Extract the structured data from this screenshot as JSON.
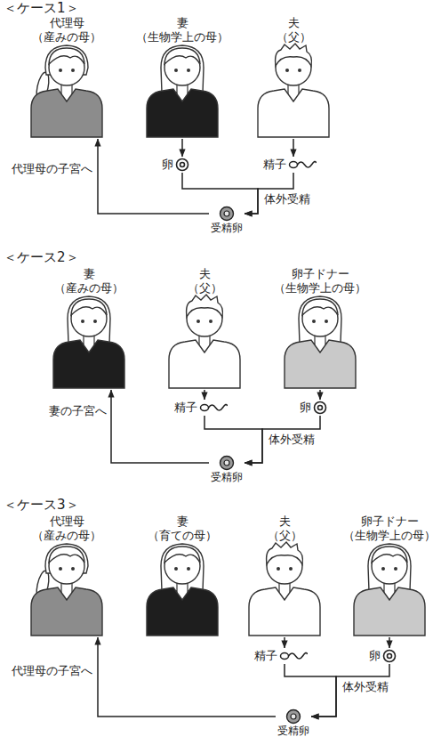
{
  "diagram": {
    "nodes": [
      {
        "text": [
          "代理母",
          "（産みの母）"
        ]
      },
      {
        "text": [
          "妻",
          "（生物学上の母）"
        ]
      },
      {
        "text": [
          "夫",
          "（父）"
        ]
      },
      {
        "text": [
          "卵"
        ]
      },
      {
        "text": [
          "精子"
        ]
      },
      {
        "text": [
          "受精卵"
        ]
      },
      {
        "text": [
          "妻",
          "（産みの母）"
        ]
      },
      {
        "text": [
          "夫",
          "（父）"
        ]
      },
      {
        "text": [
          "卵子ドナー",
          "（生物学上の母）"
        ]
      },
      {
        "text": [
          "精子"
        ]
      },
      {
        "text": [
          "卵"
        ]
      },
      {
        "text": [
          "受精卵"
        ]
      },
      {
        "text": [
          "代理母",
          "（産みの母）"
        ]
      },
      {
        "text": [
          "妻",
          "（育ての母）"
        ]
      },
      {
        "text": [
          "夫",
          "（父）"
        ]
      },
      {
        "text": [
          "卵子ドナー",
          "（生物学上の母）"
        ]
      },
      {
        "text": [
          "精子"
        ]
      },
      {
        "text": [
          "卵"
        ]
      },
      {
        "text": [
          "受精卵"
        ]
      }
    ],
    "edges": [
      {
        "from": 1,
        "to": 3,
        "arrow": "to"
      },
      {
        "from": 2,
        "to": 4,
        "arrow": "to"
      },
      {
        "from": 3,
        "to": 5,
        "arrow": "to"
      },
      {
        "from": 4,
        "to": 5,
        "label": "体外受精",
        "arrow": "to"
      },
      {
        "from": 5,
        "to": 0,
        "label": "代理母の子宮へ",
        "arrow": "to"
      },
      {
        "from": 7,
        "to": 9,
        "arrow": "to"
      },
      {
        "from": 8,
        "to": 10,
        "arrow": "to"
      },
      {
        "from": 9,
        "to": 11,
        "label": "体外受精",
        "arrow": "to"
      },
      {
        "from": 10,
        "to": 11,
        "arrow": "to"
      },
      {
        "from": 11,
        "to": 6,
        "label": "妻の子宮へ",
        "arrow": "to"
      },
      {
        "from": 14,
        "to": 16,
        "arrow": "to"
      },
      {
        "from": 15,
        "to": 17,
        "arrow": "to"
      },
      {
        "from": 16,
        "to": 18,
        "label": "体外受精",
        "arrow": "to"
      },
      {
        "from": 17,
        "to": 18,
        "arrow": "to"
      },
      {
        "from": 18,
        "to": 12,
        "label": "代理母の子宮へ",
        "arrow": "to"
      }
    ],
    "labels": [
      "＜ケース1＞",
      "＜ケース2＞",
      "＜ケース3＞"
    ]
  }
}
